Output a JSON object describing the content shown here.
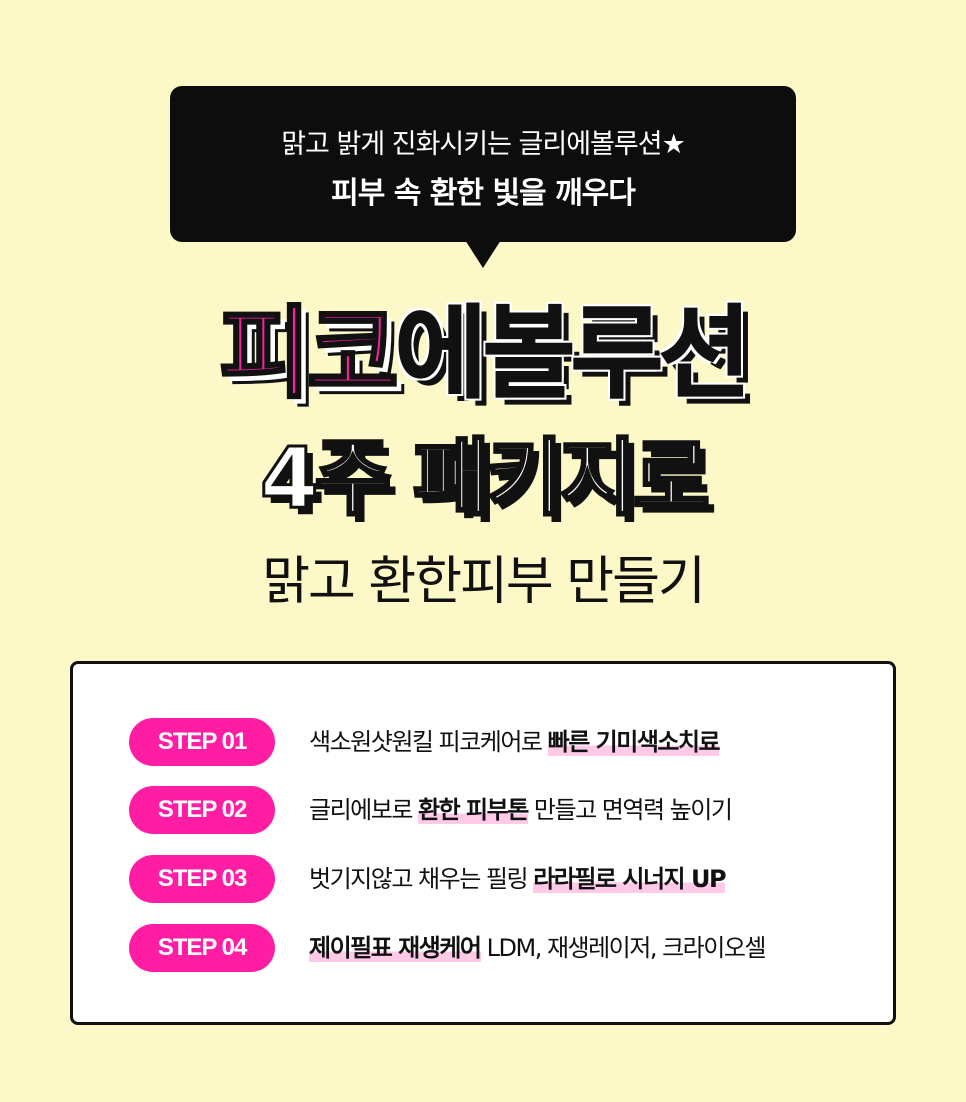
{
  "bubble": {
    "line1": "맑고 밝게 진화시키는 글리에볼루션★",
    "line2": "피부 속 환한 빛을 깨우다"
  },
  "headline": {
    "line1_pink": "피코",
    "line1_black": "에볼루션",
    "line2": "4주 패키지로"
  },
  "subtitle": "맑고 환한피부 만들기",
  "steps": [
    {
      "badge": "STEP 01",
      "pre": "색소원샷원킬 피코케어로 ",
      "highlight": "빠른 기미색소치료",
      "post": ""
    },
    {
      "badge": "STEP 02",
      "pre": "글리에보로 ",
      "highlight": "환한 피부톤",
      "post": " 만들고 면역력 높이기"
    },
    {
      "badge": "STEP 03",
      "pre": "벗기지않고 채우는 필링 ",
      "highlight": "라라필로 시너지 UP",
      "post": ""
    },
    {
      "badge": "STEP 04",
      "pre": "",
      "highlight": "제이필표 재생케어",
      "post": " LDM, 재생레이저, 크라이오셀"
    }
  ],
  "colors": {
    "background": "#fdf8c7",
    "accent_pink": "#ff1ea3",
    "highlight_pink": "#ffc9e8",
    "dark": "#0d0d0d"
  }
}
